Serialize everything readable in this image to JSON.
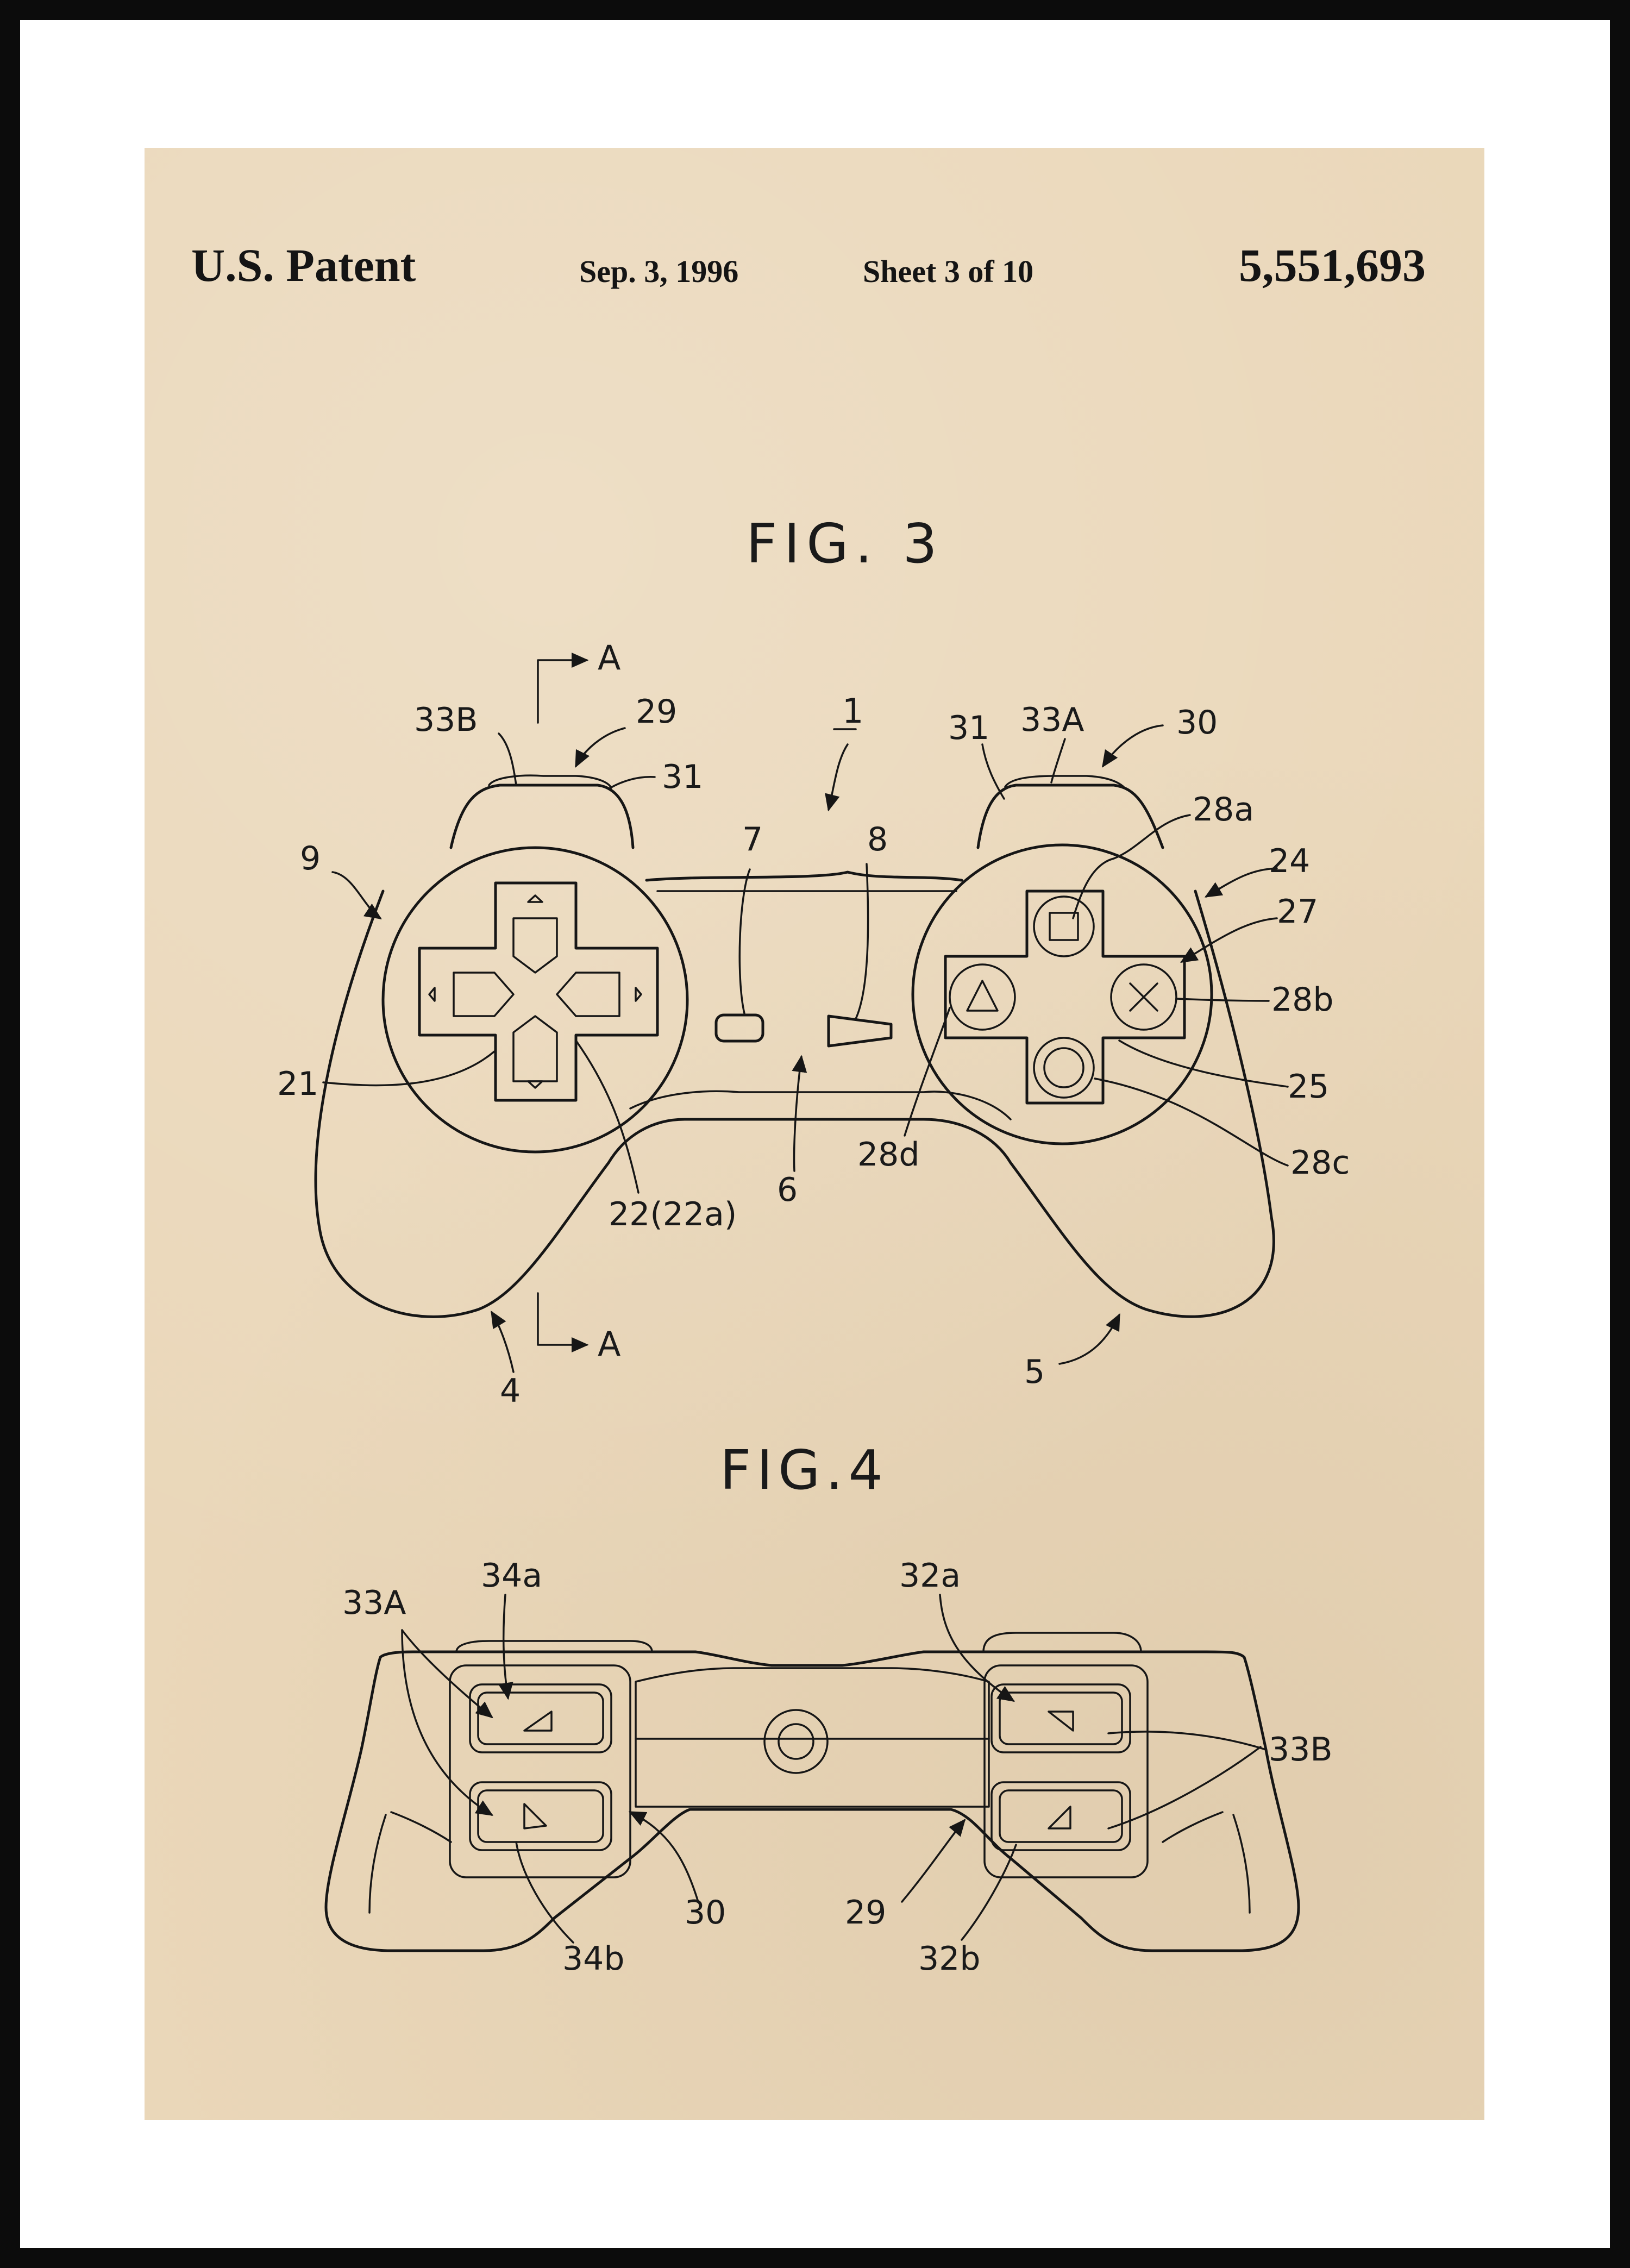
{
  "header": {
    "label": "U.S. Patent",
    "date": "Sep. 3, 1996",
    "sheet": "Sheet 3 of 10",
    "patent_number": "5,551,693"
  },
  "fig3": {
    "title": "FIG. 3",
    "section_mark": "A",
    "labels": {
      "l1": "1",
      "l33B": "33B",
      "l29": "29",
      "l31a": "31",
      "l31b": "31",
      "l33A": "33A",
      "l30": "30",
      "l9": "9",
      "l7": "7",
      "l8": "8",
      "l28a": "28a",
      "l24": "24",
      "l27": "27",
      "l28b": "28b",
      "l21": "21",
      "l25": "25",
      "l28d": "28d",
      "l28c": "28c",
      "l6": "6",
      "l22": "22(22a)",
      "l4": "4",
      "l5": "5"
    }
  },
  "fig4": {
    "title": "FIG.4",
    "labels": {
      "l33A": "33A",
      "l34a": "34a",
      "l32a": "32a",
      "l33B": "33B",
      "l30": "30",
      "l29": "29",
      "l34b": "34b",
      "l32b": "32b"
    }
  }
}
